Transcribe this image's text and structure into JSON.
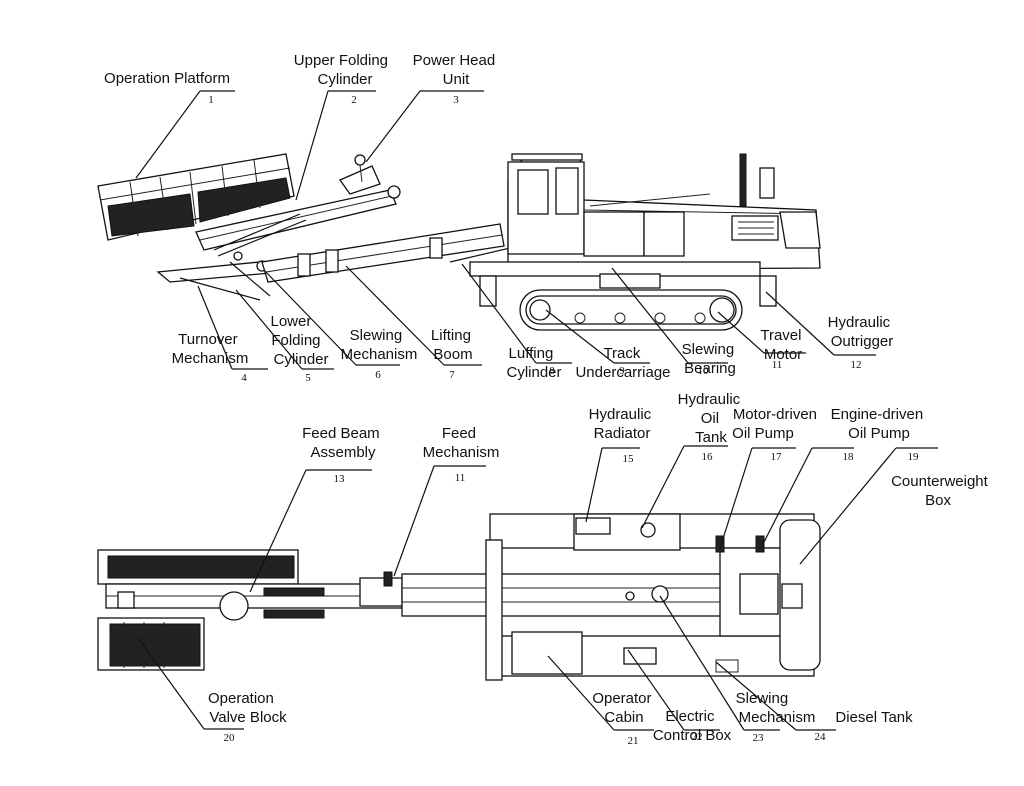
{
  "labels": {
    "c1": [
      "Operation Platform"
    ],
    "c2": [
      "Upper Folding",
      "Cylinder"
    ],
    "c3": [
      "Power Head",
      "Unit"
    ],
    "c4": [
      "Turnover",
      "Mechanism"
    ],
    "c5": [
      "Lower",
      "Folding",
      "Cylinder"
    ],
    "c6": [
      "Slewing",
      "Mechanism"
    ],
    "c7": [
      "Lifting",
      "Boom"
    ],
    "c8": [
      "Luffing",
      "Cylinder"
    ],
    "c9": [
      "Track",
      "Undercarriage"
    ],
    "c10": [
      "Slewing",
      "Bearing"
    ],
    "c11": [
      "Travel",
      "Motor"
    ],
    "c12": [
      "Hydraulic",
      "Outrigger"
    ],
    "c13": [
      "Feed Beam",
      "Assembly"
    ],
    "c14": [
      "Feed",
      "Mechanism"
    ],
    "c15": [
      "Hydraulic",
      "Radiator"
    ],
    "c16": [
      "Hydraulic",
      "Oil",
      "Tank"
    ],
    "c17": [
      "Motor-driven",
      "Oil Pump"
    ],
    "c18": [
      "Engine-driven",
      "Oil Pump"
    ],
    "c19": [
      "Counterweight",
      "Box"
    ],
    "c20": [
      "Operation",
      "Valve Block"
    ],
    "c21": [
      "Operator",
      "Cabin"
    ],
    "c22": [
      "Electric",
      "Control Box"
    ],
    "c23": [
      "Slewing",
      "Mechanism"
    ],
    "c24": [
      "Diesel Tank"
    ]
  },
  "numbers": {
    "c1": "1",
    "c2": "2",
    "c3": "3",
    "c4": "4",
    "c5": "5",
    "c6": "6",
    "c7": "7",
    "c8": "8",
    "c9": "9",
    "c10": "10",
    "c11": "11",
    "c12": "12",
    "c13": "13",
    "c14": "11",
    "c15": "15",
    "c16": "16",
    "c17": "17",
    "c18": "18",
    "c19": "19",
    "c20": "20",
    "c21": "21",
    "c22": "22",
    "c23": "23",
    "c24": "24"
  }
}
